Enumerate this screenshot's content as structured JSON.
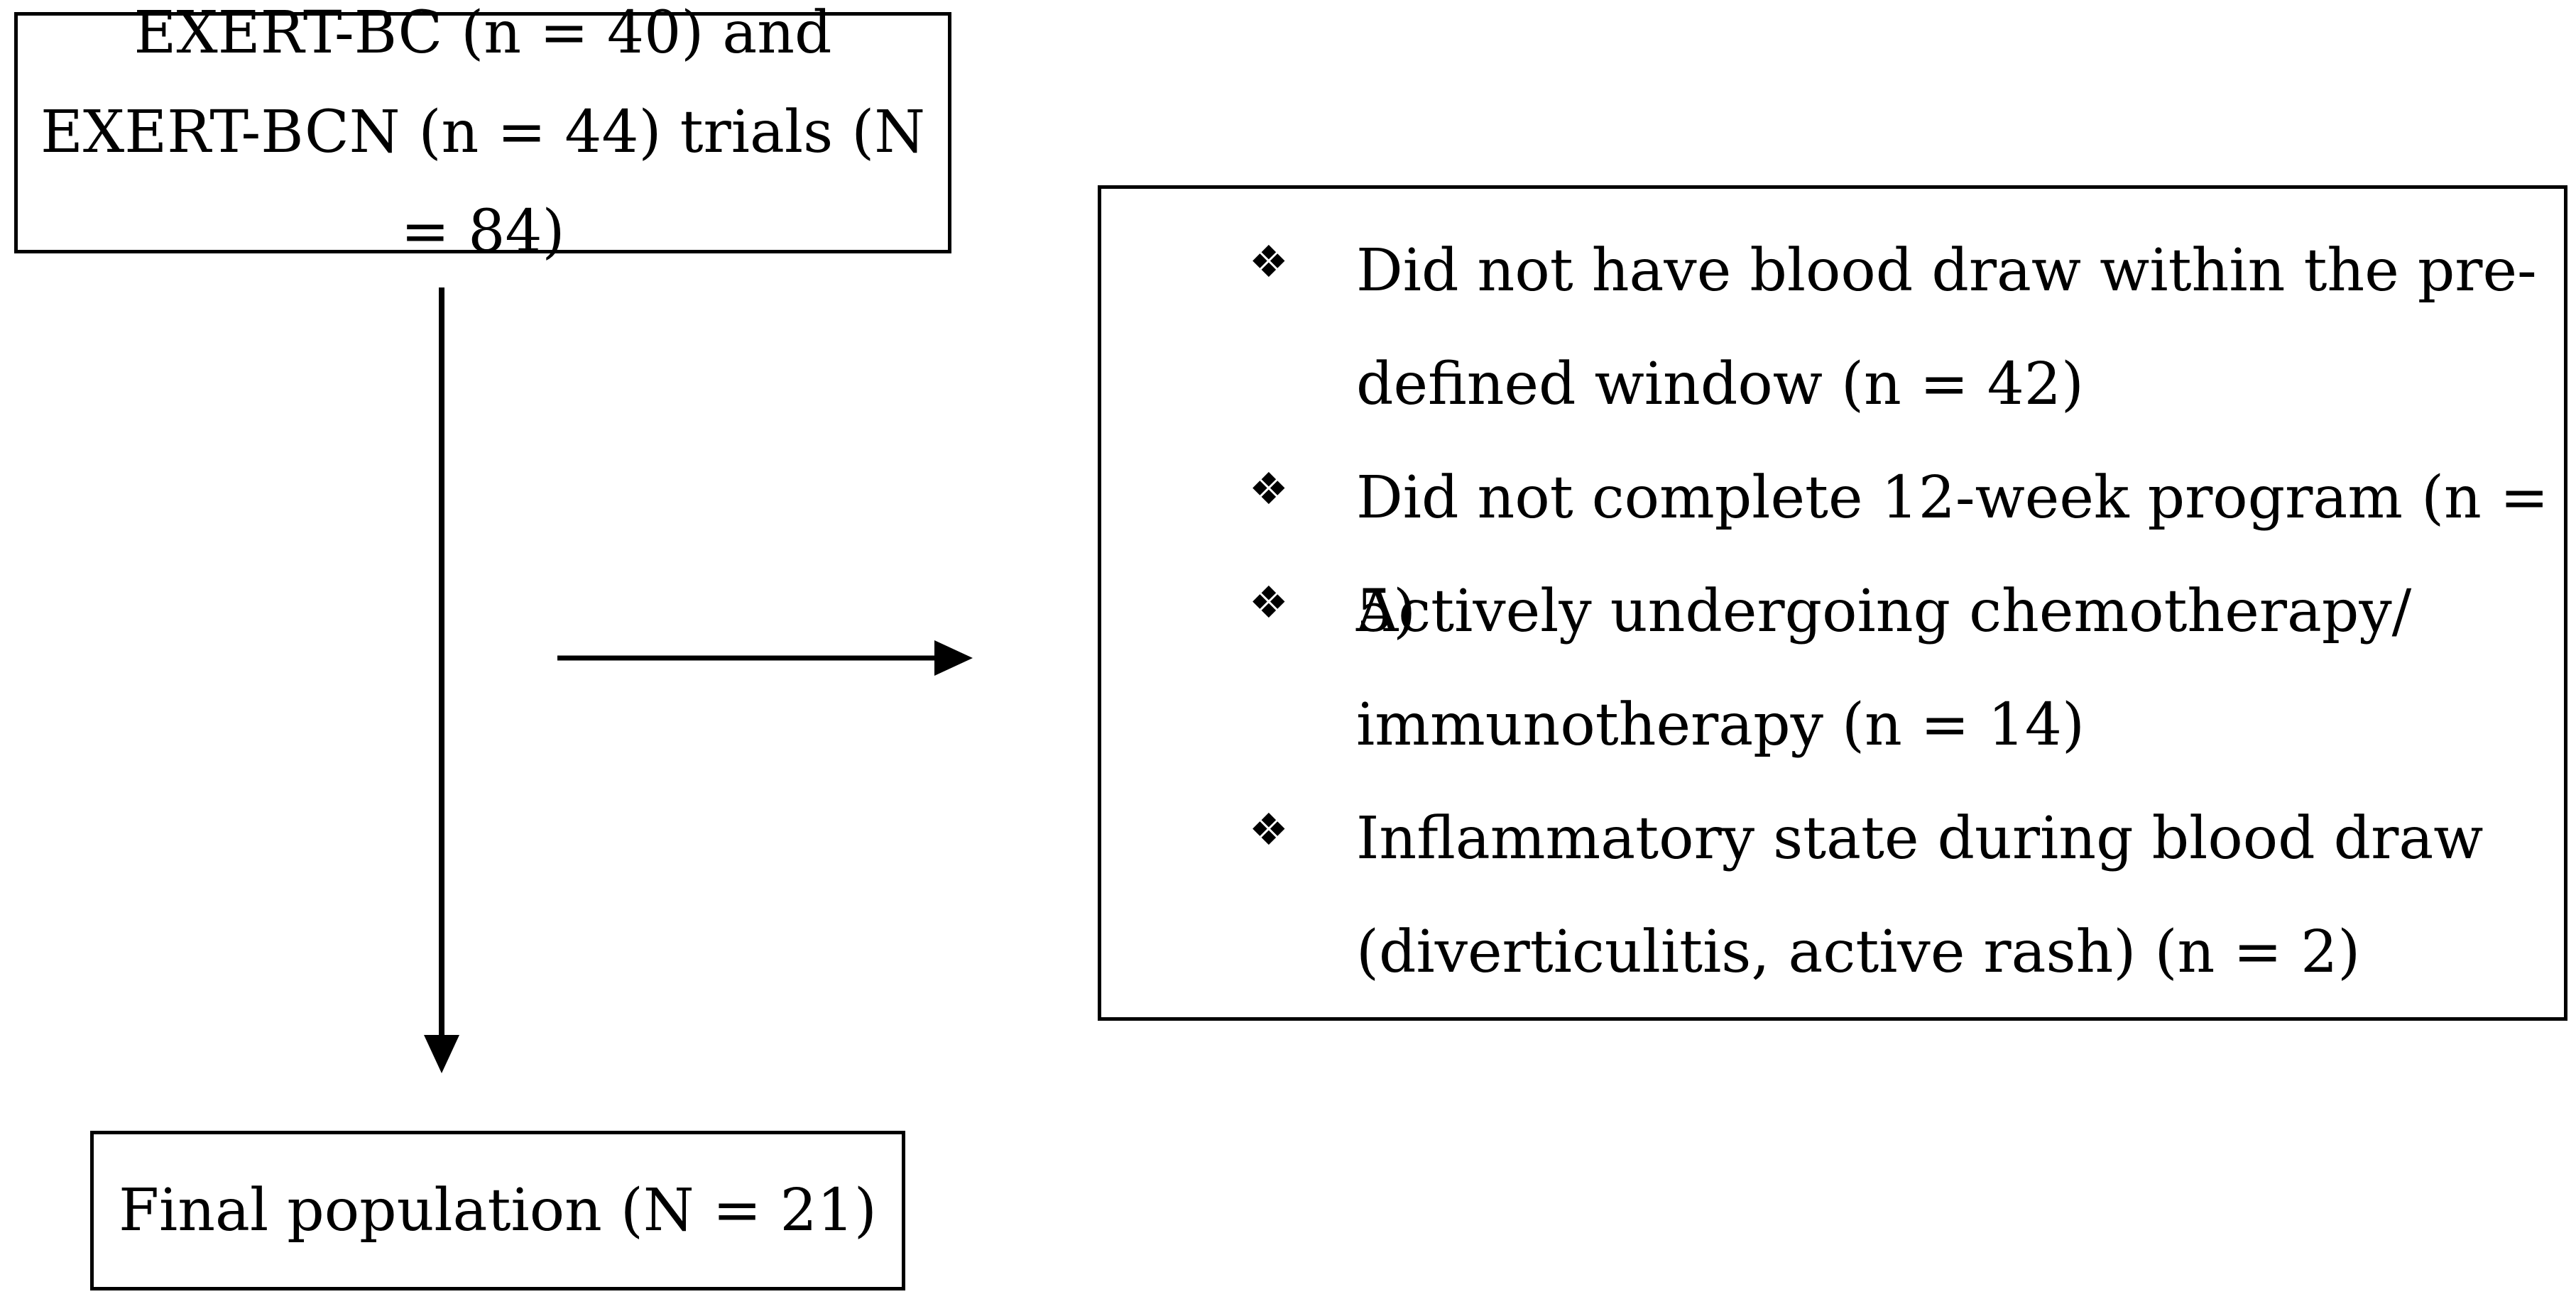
{
  "boxes": {
    "top": {
      "text": "EXERT-BC (n = 40) and EXERT-BCN (n = 44) trials (N = 84)"
    },
    "bottom": {
      "text": "Final population (N = 21)"
    }
  },
  "exclusions": [
    {
      "bullet": "❖",
      "text": "Did not have blood draw within the pre-defined window (n = 42)"
    },
    {
      "bullet": "❖",
      "text": "Did not complete 12-week program (n = 5)"
    },
    {
      "bullet": "❖",
      "text": "Actively undergoing chemotherapy/ immunotherapy (n = 14)"
    },
    {
      "bullet": "❖",
      "text": "Inflammatory state during blood draw (diverticulitis, active rash) (n = 2)"
    }
  ]
}
